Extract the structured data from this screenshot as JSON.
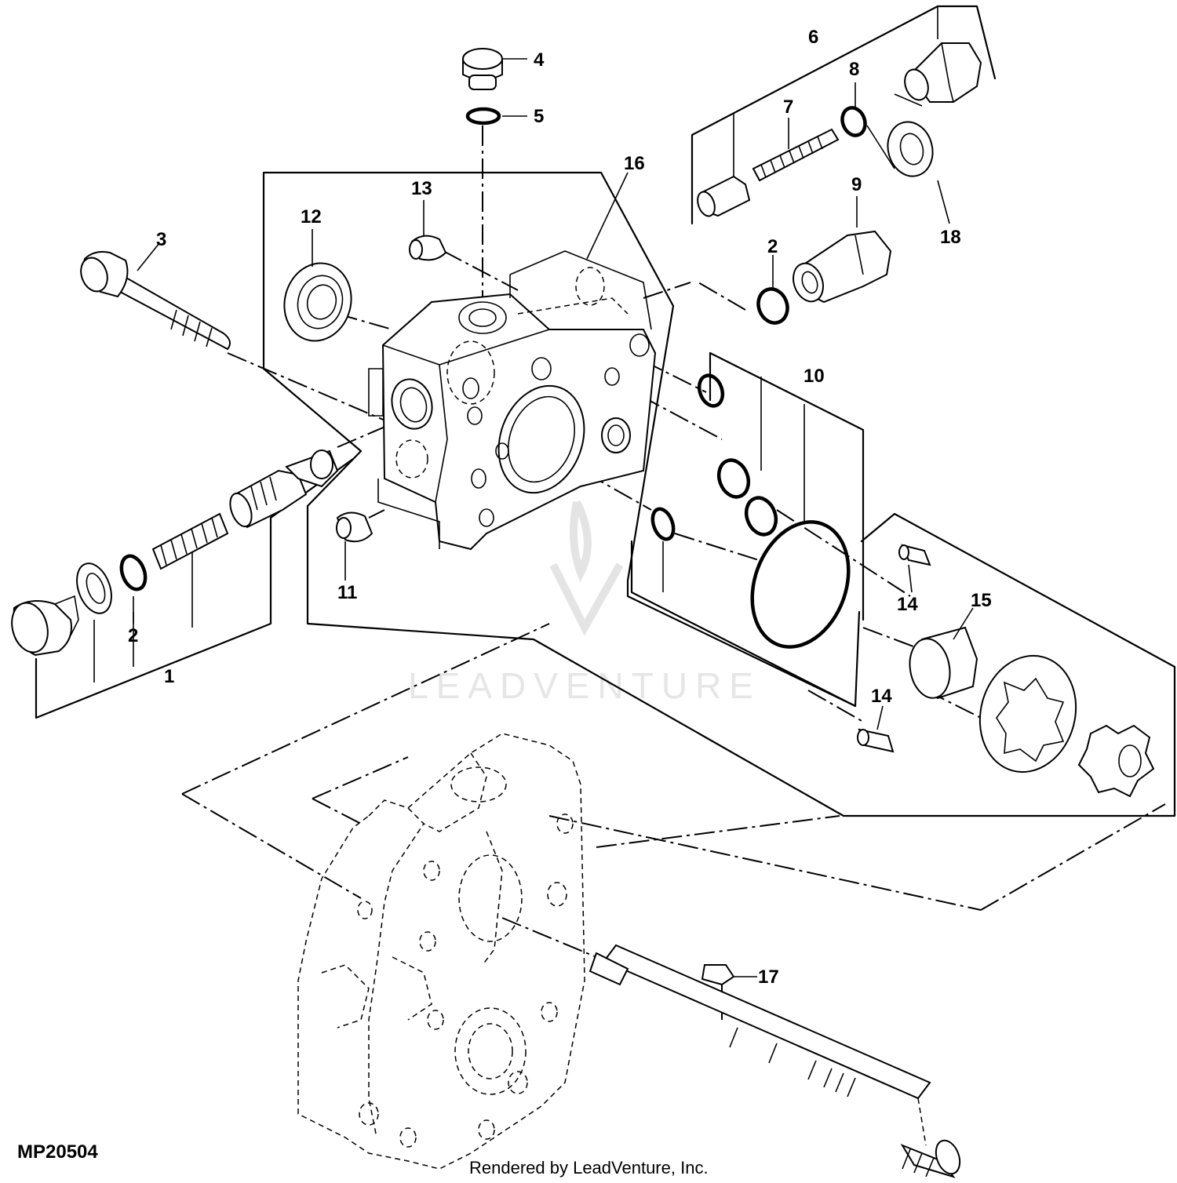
{
  "diagram": {
    "figure_id": "MP20504",
    "credit": "Rendered by LeadVenture, Inc.",
    "watermark": "LEADVENTURE",
    "callouts": [
      {
        "id": "c1",
        "label": "1"
      },
      {
        "id": "c2a",
        "label": "2"
      },
      {
        "id": "c2b",
        "label": "2"
      },
      {
        "id": "c3",
        "label": "3"
      },
      {
        "id": "c4",
        "label": "4"
      },
      {
        "id": "c5",
        "label": "5"
      },
      {
        "id": "c6",
        "label": "6"
      },
      {
        "id": "c7",
        "label": "7"
      },
      {
        "id": "c8",
        "label": "8"
      },
      {
        "id": "c9",
        "label": "9"
      },
      {
        "id": "c10",
        "label": "10"
      },
      {
        "id": "c11",
        "label": "11"
      },
      {
        "id": "c12",
        "label": "12"
      },
      {
        "id": "c13",
        "label": "13"
      },
      {
        "id": "c14a",
        "label": "14"
      },
      {
        "id": "c14b",
        "label": "14"
      },
      {
        "id": "c15",
        "label": "15"
      },
      {
        "id": "c16",
        "label": "16"
      },
      {
        "id": "c17",
        "label": "17"
      },
      {
        "id": "c18",
        "label": "18"
      }
    ]
  }
}
